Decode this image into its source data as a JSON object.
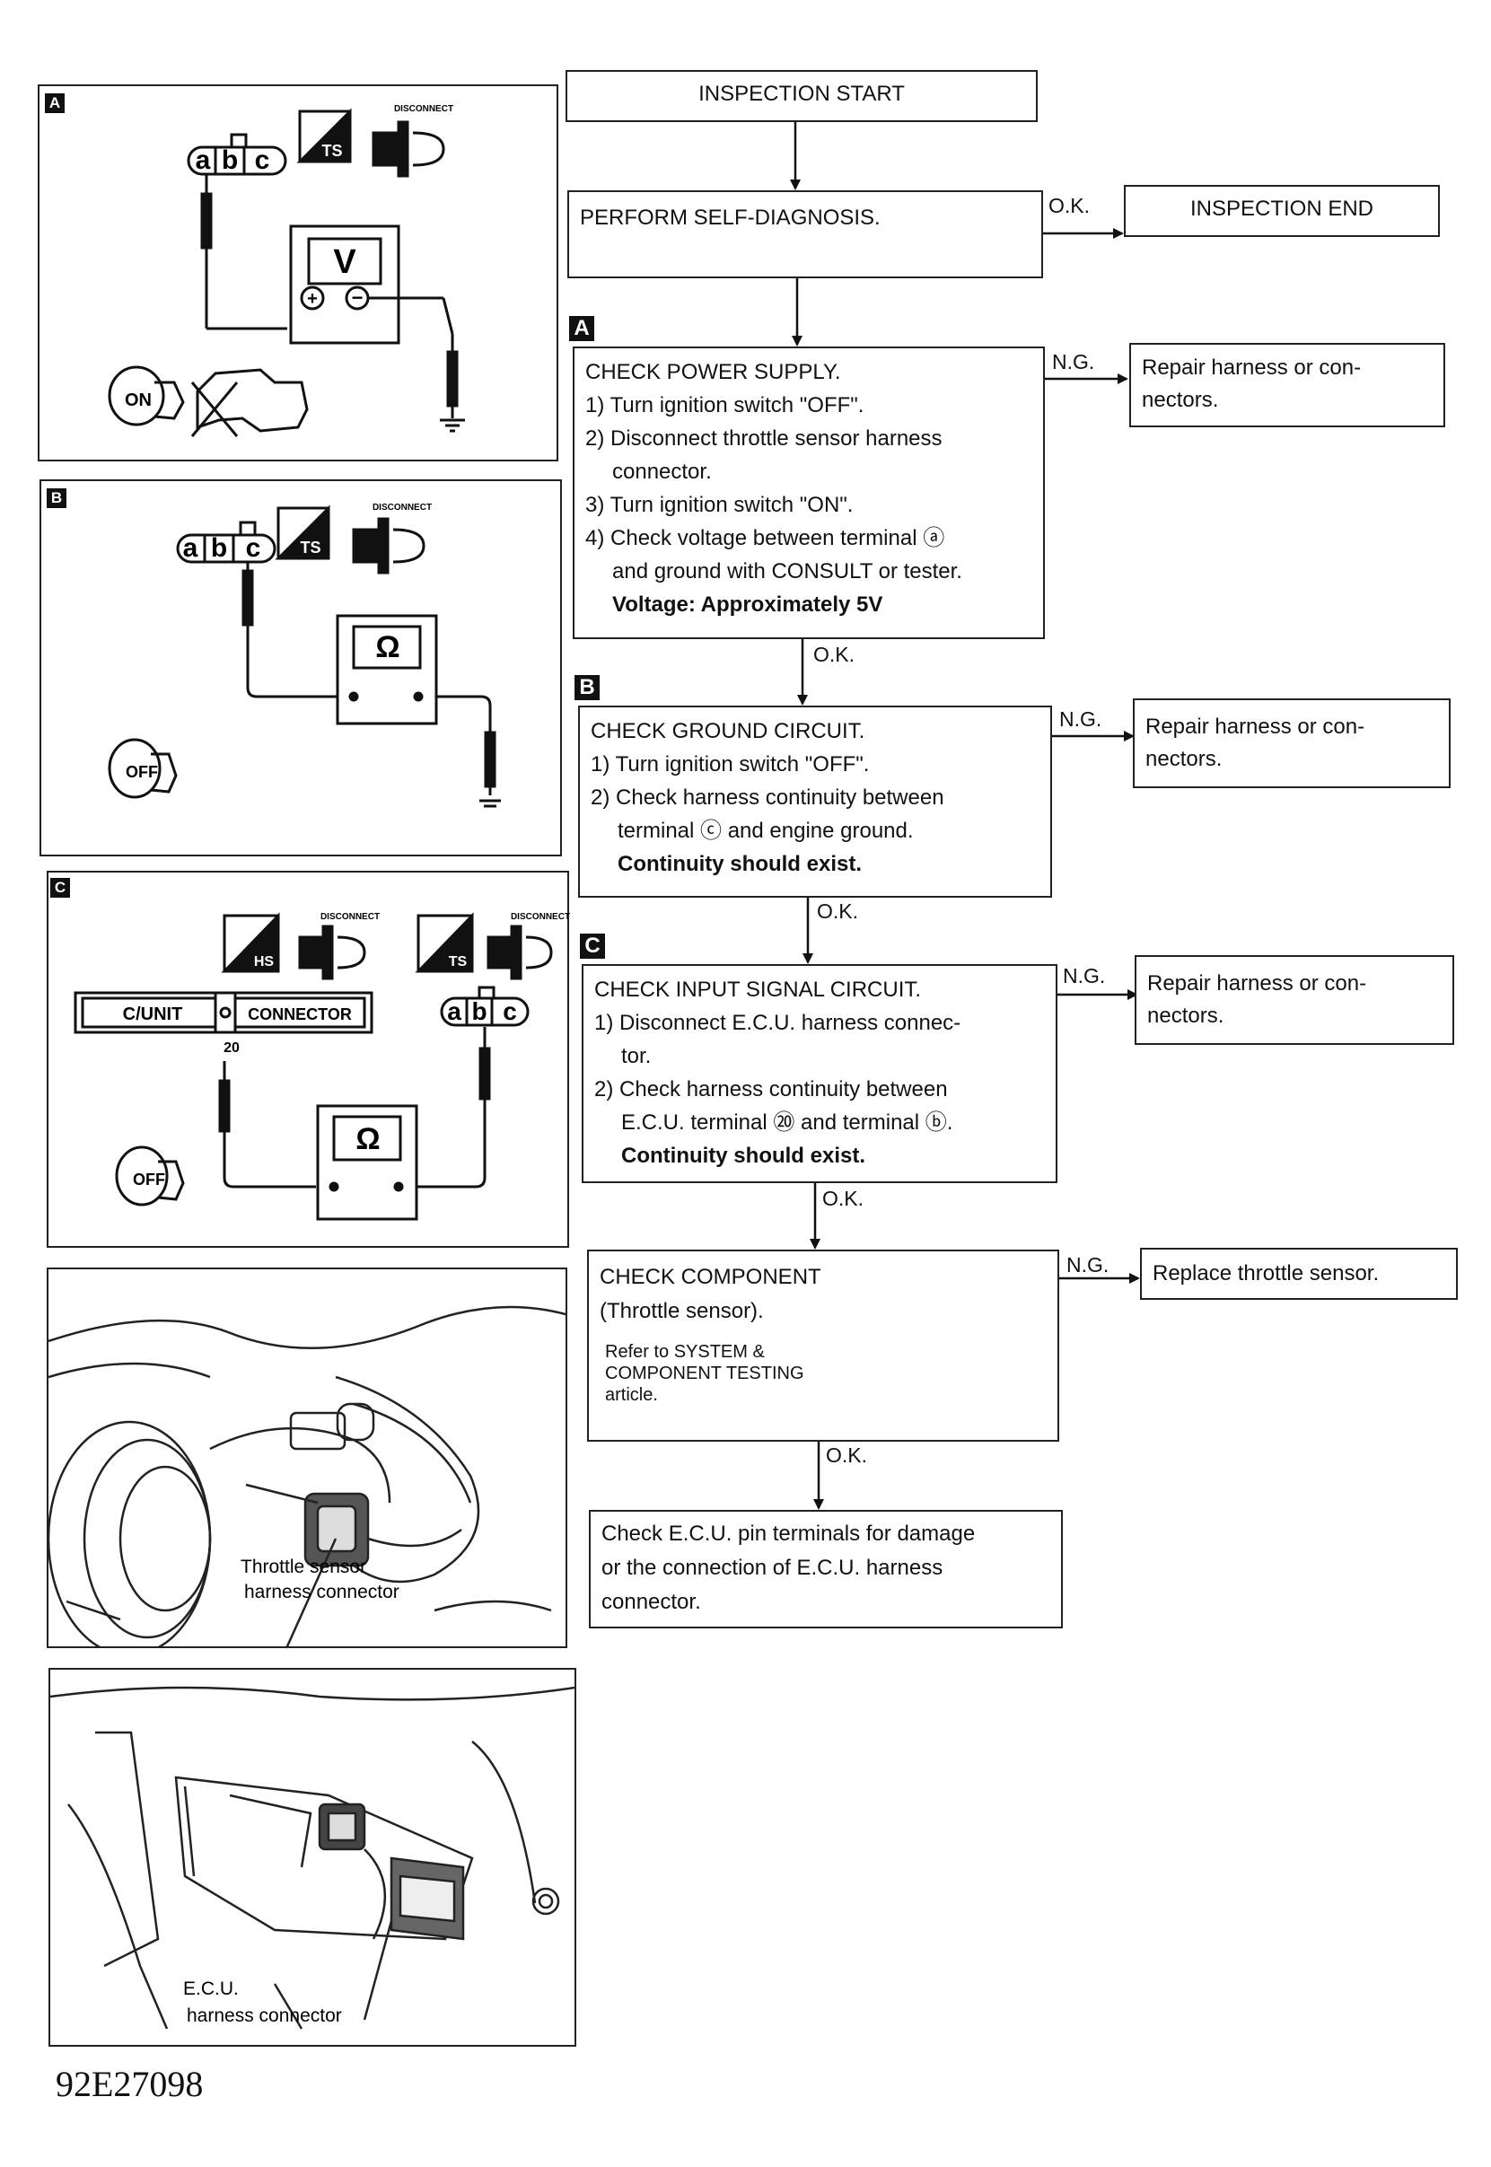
{
  "panels": {
    "a": {
      "tag": "A",
      "terminals": [
        "a",
        "b",
        "c"
      ],
      "meter": "V",
      "ts": "TS",
      "disconnect": "DISCONNECT",
      "switch": "ON"
    },
    "b": {
      "tag": "B",
      "terminals": [
        "a",
        "b",
        "c"
      ],
      "meter": "Ω",
      "ts": "TS",
      "disconnect": "DISCONNECT",
      "switch": "OFF"
    },
    "c": {
      "tag": "C",
      "cunit": "C/UNIT",
      "connector": "CONNECTOR",
      "pin": "20",
      "terminals": [
        "a",
        "b",
        "c"
      ],
      "meter": "Ω",
      "hs": "HS",
      "ts": "TS",
      "disconnect": "DISCONNECT",
      "switch": "OFF"
    },
    "photo1": {
      "caption_line1": "Throttle sensor",
      "caption_line2": "harness connector"
    },
    "photo2": {
      "caption_line1": "E.C.U.",
      "caption_line2": "harness connector"
    }
  },
  "flow": {
    "start": "INSPECTION START",
    "self_diag": "PERFORM SELF-DIAGNOSIS.",
    "end": "INSPECTION END",
    "ok": "O.K.",
    "ng": "N.G.",
    "step_a": {
      "letter": "A",
      "title": "CHECK POWER SUPPLY.",
      "lines": [
        "1) Turn ignition switch \"OFF\".",
        "2) Disconnect throttle sensor harness",
        "connector.",
        "3) Turn ignition switch \"ON\".",
        "4) Check voltage between terminal ⓐ",
        "and ground with CONSULT or tester."
      ],
      "result": "Voltage: Approximately 5V",
      "ng_action_1": "Repair harness or con-",
      "ng_action_2": "nectors."
    },
    "step_b": {
      "letter": "B",
      "title": "CHECK GROUND CIRCUIT.",
      "lines": [
        "1) Turn ignition switch \"OFF\".",
        "2) Check harness continuity between",
        "terminal ⓒ and engine ground."
      ],
      "result": "Continuity should exist.",
      "ng_action_1": "Repair harness or con-",
      "ng_action_2": "nectors."
    },
    "step_c": {
      "letter": "C",
      "title": "CHECK INPUT SIGNAL CIRCUIT.",
      "lines": [
        "1) Disconnect E.C.U. harness connec-",
        "tor.",
        "2) Check harness continuity between",
        "E.C.U. terminal ⑳ and terminal ⓑ."
      ],
      "result": "Continuity should exist.",
      "ng_action_1": "Repair harness or con-",
      "ng_action_2": "nectors."
    },
    "step_d": {
      "title": "CHECK COMPONENT",
      "subtitle": "(Throttle sensor).",
      "note_1": "Refer to SYSTEM &",
      "note_2": "COMPONENT TESTING",
      "note_3": "article.",
      "ng_action": "Replace throttle sensor."
    },
    "final_1": "Check E.C.U. pin terminals for damage",
    "final_2": "or the connection of E.C.U. harness",
    "final_3": "connector."
  },
  "figure_id": "92E27098"
}
